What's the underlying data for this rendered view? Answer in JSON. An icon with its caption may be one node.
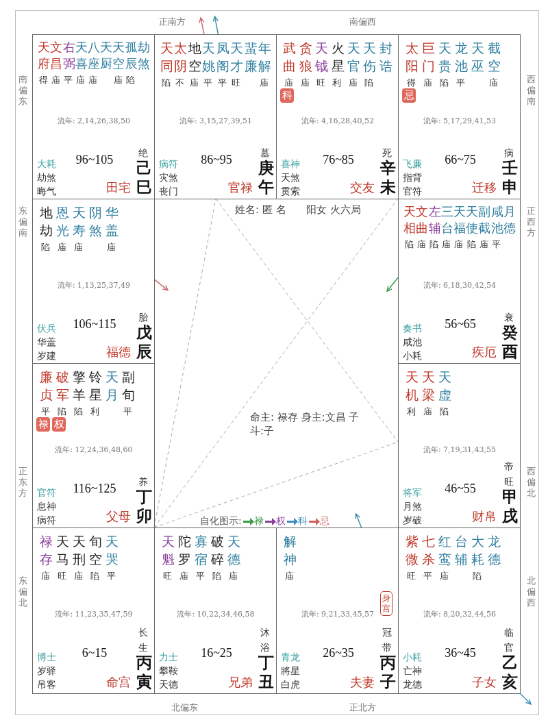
{
  "diagram": {
    "nodes": [
      {
        "text": [
          "天府",
          "文昌",
          "右弼",
          "天喜",
          "八座",
          "天厨",
          "天空",
          "孤辰",
          "劫煞",
          "得庙平庙庙　庙陷",
          "流年: 2,14,26,38,50",
          "大耗",
          "劫煞",
          "晦气",
          "96~105",
          "绝",
          "田宅",
          "己巳"
        ]
      },
      {
        "text": [
          "天同",
          "太阴",
          "地空",
          "天姚",
          "凤阁",
          "天才",
          "蜚廉",
          "年解",
          "陷不庙平平旺　庙",
          "流年: 3,15,27,39,51",
          "病符",
          "灾煞",
          "丧门",
          "86~95",
          "墓",
          "官禄",
          "庚午"
        ]
      },
      {
        "text": [
          "武曲",
          "贪狼",
          "天钺",
          "火星",
          "天官",
          "天伤",
          "封诰",
          "庙庙旺利庙陷",
          "科",
          "流年: 4,16,28,40,52",
          "喜神",
          "天煞",
          "贯索",
          "76~85",
          "死",
          "交友",
          "辛未"
        ]
      },
      {
        "text": [
          "太阳",
          "巨门",
          "天贵",
          "龙池",
          "天巫",
          "截空",
          "得庙陷平　庙",
          "忌",
          "流年: 5,17,29,41,53",
          "飞廉",
          "指背",
          "官符",
          "66~75",
          "病",
          "迁移",
          "壬申"
        ]
      },
      {
        "text": [
          "地劫",
          "恩光",
          "天寿",
          "阴煞",
          "华盖",
          "陷庙庙　庙",
          "流年: 1,13,25,37,49",
          "伏兵",
          "华盖",
          "岁建",
          "106~115",
          "胎",
          "福德",
          "戊辰"
        ]
      },
      {
        "text": [
          "天相",
          "文曲",
          "左辅",
          "三台",
          "天福",
          "天使",
          "副截",
          "咸池",
          "月德",
          "陷庙陷庙庙陷庙平",
          "流年: 6,18,30,42,54",
          "奏书",
          "咸池",
          "小耗",
          "56~65",
          "衰",
          "疾厄",
          "癸酉"
        ]
      },
      {
        "text": [
          "廉贞",
          "破军",
          "擎羊",
          "铃星",
          "天月",
          "副旬",
          "平陷陷利　平",
          "禄",
          "权",
          "流年: 12,24,36,48,60",
          "官符",
          "息神",
          "病符",
          "116~125",
          "养",
          "父母",
          "丁卯"
        ]
      },
      {
        "text": [
          "天机",
          "天梁",
          "天虚",
          "利庙陷",
          "流年: 7,19,31,43,55",
          "将军",
          "月煞",
          "岁破",
          "46~55",
          "帝旺",
          "财帛",
          "甲戌"
        ]
      },
      {
        "text": [
          "禄存",
          "天马",
          "天刑",
          "旬空",
          "天哭",
          "庙旺庙陷平",
          "流年: 11,23,35,47,59",
          "博士",
          "岁驿",
          "吊客",
          "6~15",
          "长生",
          "命宫",
          "丙寅"
        ]
      },
      {
        "text": [
          "天魁",
          "陀罗",
          "寡宿",
          "破碎",
          "天德",
          "旺庙平陷庙",
          "流年: 10,22,34,46,58",
          "力士",
          "攀鞍",
          "天德",
          "16~25",
          "沐浴",
          "兄弟",
          "丁丑"
        ]
      },
      {
        "text": [
          "解神",
          "庙",
          "身宫",
          "流年: 9,21,33,45,57",
          "青龙",
          "將星",
          "白虎",
          "26~35",
          "冠带",
          "夫妻",
          "丙子"
        ]
      },
      {
        "text": [
          "紫微",
          "七杀",
          "红鸾",
          "台辅",
          "大耗",
          "龙德",
          "旺平庙　陷",
          "流年: 8,20,32,44,56",
          "小耗",
          "亡神",
          "龙德",
          "36~45",
          "临官",
          "子女",
          "乙亥"
        ]
      }
    ],
    "edges": [
      {
        "from": 1,
        "to": null,
        "arrow": "to",
        "color": "#c8686a"
      },
      {
        "from": 1,
        "to": null,
        "arrow": "to",
        "color": "#3a8ca0"
      },
      {
        "from": 4,
        "to": null,
        "arrow": "to",
        "color": "#c8686a"
      },
      {
        "from": 5,
        "to": null,
        "arrow": "to",
        "color": "#3a9a45"
      },
      {
        "from": 10,
        "to": null,
        "arrow": "to",
        "color": "#3a8ca0"
      },
      {
        "from": 11,
        "to": null,
        "arrow": "to",
        "color": "#3a8cc0"
      },
      {
        "from": 8,
        "to": 1,
        "arrow": "none",
        "style": "dashed",
        "color": "#aaaaaa"
      },
      {
        "from": 8,
        "to": 3,
        "arrow": "none",
        "style": "dashed",
        "color": "#aaaaaa"
      },
      {
        "from": 8,
        "to": 7,
        "arrow": "none",
        "style": "dashed",
        "color": "#aaaaaa"
      },
      {
        "from": 1,
        "to": 7,
        "arrow": "none",
        "style": "dashed",
        "color": "#aaaaaa"
      }
    ],
    "labels": [
      "正南方",
      "南偏西",
      "南偏东",
      "西偏南",
      "东偏南",
      "正西方",
      "姓名: 匿 名",
      "阳女 火六局",
      "命主: 禄存 身主:文昌 子斗:子",
      "正东方",
      "西偏北",
      "自化图示:",
      "东偏北",
      "北偏西",
      "北偏东",
      "正北方"
    ],
    "legend": [
      {
        "text": "禄",
        "color": "#3a9a45"
      },
      {
        "text": "权",
        "color": "#8a3e9c"
      },
      {
        "text": "科",
        "color": "#3a8cc0"
      },
      {
        "text": "忌",
        "color": "#d0605e"
      }
    ]
  }
}
